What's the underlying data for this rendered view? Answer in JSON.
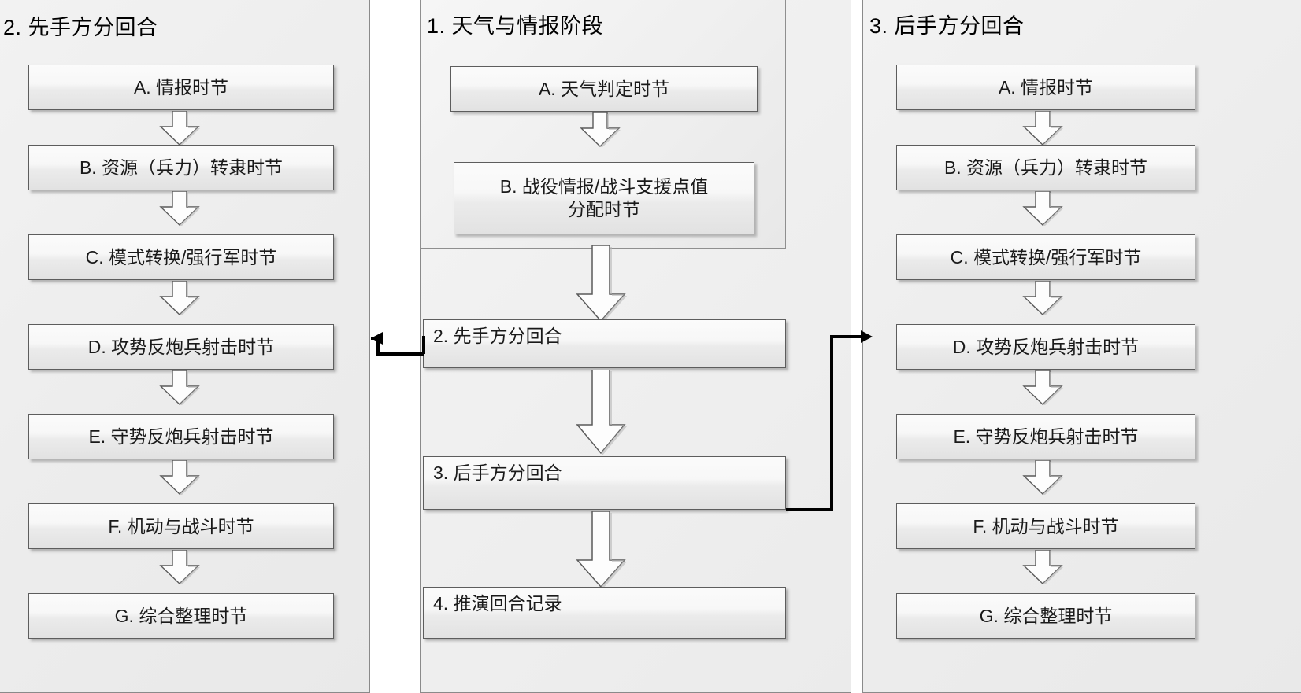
{
  "diagram": {
    "title_left": "2. 先手方分回合",
    "title_mid": "1. 天气与情报阶段",
    "title_right": "3. 后手方分回合"
  },
  "left_column": {
    "header": "2. 先手方分回合",
    "steps": [
      {
        "label": "A. 情报时节"
      },
      {
        "label": "B. 资源（兵力）转隶时节"
      },
      {
        "label": "C. 模式转换/强行军时节"
      },
      {
        "label": "D. 攻势反炮兵射击时节"
      },
      {
        "label": "E. 守势反炮兵射击时节"
      },
      {
        "label": "F. 机动与战斗时节"
      },
      {
        "label": "G. 综合整理时节"
      }
    ]
  },
  "mid_column": {
    "header": "1. 天气与情报阶段",
    "phase_steps": [
      {
        "label": "A. 天气判定时节"
      },
      {
        "label": "B. 战役情报/战斗支援点值\n分配时节",
        "line1": "B. 战役情报/战斗支援点值",
        "line2": "分配时节"
      }
    ],
    "flow_steps": [
      {
        "label": "2. 先手方分回合"
      },
      {
        "label": "3. 后手方分回合"
      },
      {
        "label": "4. 推演回合记录"
      }
    ]
  },
  "right_column": {
    "header": "3. 后手方分回合",
    "steps": [
      {
        "label": "A. 情报时节"
      },
      {
        "label": "B. 资源（兵力）转隶时节"
      },
      {
        "label": "C. 模式转换/强行军时节"
      },
      {
        "label": "D. 攻势反炮兵射击时节"
      },
      {
        "label": "E. 守势反炮兵射击时节"
      },
      {
        "label": "F. 机动与战斗时节"
      },
      {
        "label": "G. 综合整理时节"
      }
    ]
  },
  "connectors": {
    "to_left_label": "",
    "to_right_label": ""
  },
  "colors": {
    "box_border": "#5d5d5d",
    "panel_border": "#8a8a8a",
    "panel_fill": "#eeeeee",
    "text": "#1a1a1a",
    "arrow_stroke": "#4a4a4a",
    "connector_stroke": "#000000"
  }
}
